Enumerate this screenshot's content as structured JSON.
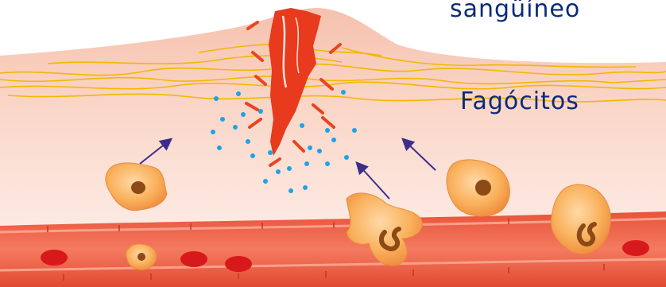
{
  "labels": {
    "blood_vessel_label_fragment": "sangüíneo",
    "phagocytes_label": "Fagócitos"
  },
  "colors": {
    "tissue_top": "#f7c7b3",
    "tissue_bottom": "#fde9e0",
    "fibers": "#f2b800",
    "wound": "#e83a1d",
    "debris": "#e84422",
    "microbes": "#1fa2e6",
    "arrows": "#3d2d8a",
    "phagocyte_body": "#f7a94a",
    "phagocyte_nucleus": "#8b4a16",
    "vessel_wall": "#e2472f",
    "vessel_lumen": "#f36d55",
    "red_cells": "#d8191b",
    "label_text": "#0b2a7a"
  },
  "icons": {
    "movement_arrow": "arrow-icon",
    "phagocyte": "phagocyte-cell",
    "microbe": "bacteria-dot",
    "red_blood_cell": "red-blood-cell"
  }
}
